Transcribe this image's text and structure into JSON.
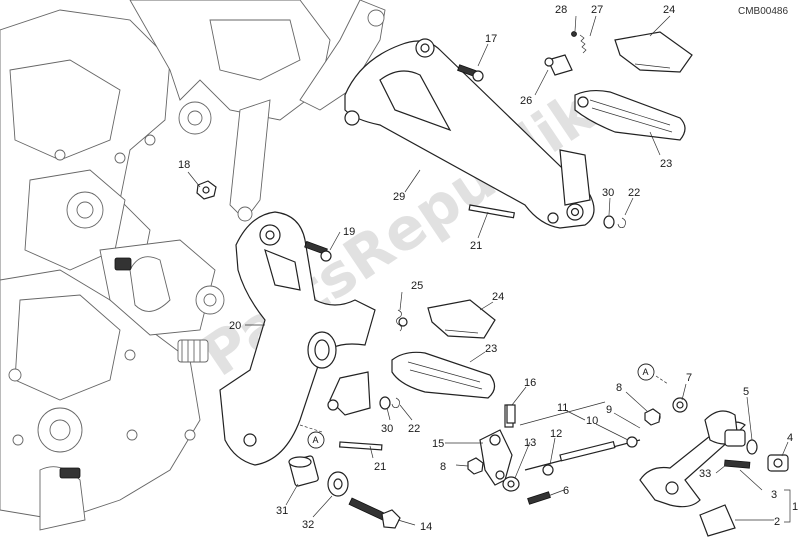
{
  "diagram_code": "CMB00486",
  "watermark": "PartsRepublik",
  "callouts": [
    {
      "id": "c28",
      "text": "28"
    },
    {
      "id": "c27",
      "text": "27"
    },
    {
      "id": "c24a",
      "text": "24"
    },
    {
      "id": "c17",
      "text": "17"
    },
    {
      "id": "c26",
      "text": "26"
    },
    {
      "id": "c23a",
      "text": "23"
    },
    {
      "id": "c18",
      "text": "18"
    },
    {
      "id": "c29",
      "text": "29"
    },
    {
      "id": "c30a",
      "text": "30"
    },
    {
      "id": "c22a",
      "text": "22"
    },
    {
      "id": "c19",
      "text": "19"
    },
    {
      "id": "c21a",
      "text": "21"
    },
    {
      "id": "c25",
      "text": "25"
    },
    {
      "id": "c24b",
      "text": "24"
    },
    {
      "id": "c20",
      "text": "20"
    },
    {
      "id": "c23b",
      "text": "23"
    },
    {
      "id": "c16",
      "text": "16"
    },
    {
      "id": "c8a",
      "text": "8"
    },
    {
      "id": "c7",
      "text": "7"
    },
    {
      "id": "c5",
      "text": "5"
    },
    {
      "id": "c11",
      "text": "11"
    },
    {
      "id": "c9",
      "text": "9"
    },
    {
      "id": "c10",
      "text": "10"
    },
    {
      "id": "c4",
      "text": "4"
    },
    {
      "id": "c30b",
      "text": "30"
    },
    {
      "id": "c22b",
      "text": "22"
    },
    {
      "id": "c15",
      "text": "15"
    },
    {
      "id": "c13",
      "text": "13"
    },
    {
      "id": "c12",
      "text": "12"
    },
    {
      "id": "c8b",
      "text": "8"
    },
    {
      "id": "c21b",
      "text": "21"
    },
    {
      "id": "c33",
      "text": "33"
    },
    {
      "id": "c3",
      "text": "3"
    },
    {
      "id": "c1",
      "text": "1"
    },
    {
      "id": "c6",
      "text": "6"
    },
    {
      "id": "c31",
      "text": "31"
    },
    {
      "id": "c32",
      "text": "32"
    },
    {
      "id": "c14",
      "text": "14"
    },
    {
      "id": "c2",
      "text": "2"
    }
  ],
  "reference_markers": [
    {
      "id": "refA1",
      "text": "A"
    },
    {
      "id": "refA2",
      "text": "A"
    }
  ]
}
